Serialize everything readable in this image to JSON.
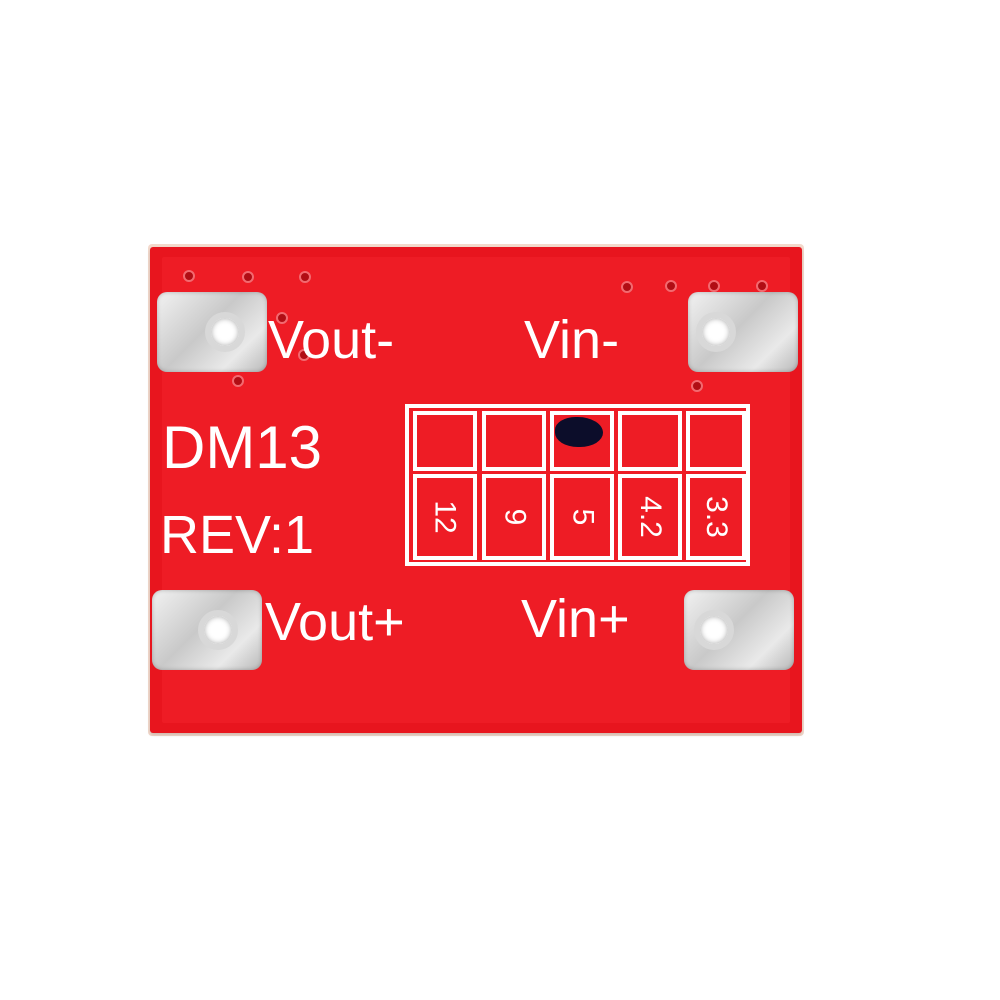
{
  "board": {
    "model": "DM13",
    "revision": "REV:1",
    "color": "#ee1c25"
  },
  "terminals": {
    "vout_minus": "Vout-",
    "vin_minus": "Vin-",
    "vout_plus": "Vout+",
    "vin_plus": "Vin+"
  },
  "voltage_selector": {
    "options": [
      "12",
      "9",
      "5",
      "4.2",
      "3.3"
    ],
    "selected": "5"
  }
}
